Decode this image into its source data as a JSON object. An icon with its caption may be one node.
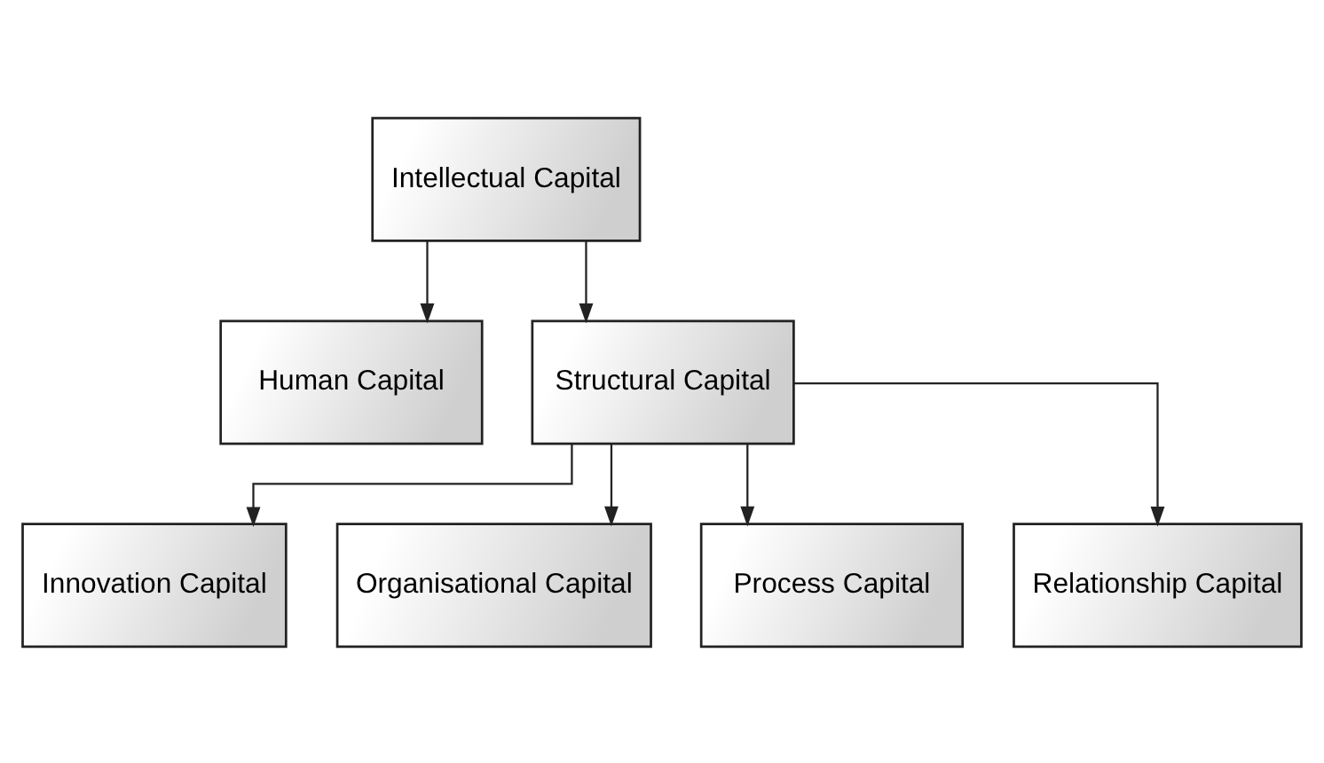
{
  "diagram": {
    "nodes": [
      {
        "text": [
          "Intellectual Capital"
        ]
      },
      {
        "text": [
          "Human Capital"
        ]
      },
      {
        "text": [
          "Structural Capital"
        ]
      },
      {
        "text": [
          "Innovation Capital"
        ]
      },
      {
        "text": [
          "Organisational Capital"
        ]
      },
      {
        "text": [
          "Process Capital"
        ]
      },
      {
        "text": [
          "Relationship Capital"
        ]
      }
    ],
    "edges": [
      {
        "from": 0,
        "to": 1,
        "arrow": "to"
      },
      {
        "from": 0,
        "to": 2,
        "arrow": "to"
      },
      {
        "from": 2,
        "to": 3,
        "arrow": "to"
      },
      {
        "from": 2,
        "to": 4,
        "arrow": "to"
      },
      {
        "from": 2,
        "to": 5,
        "arrow": "to"
      },
      {
        "from": 2,
        "to": 6,
        "arrow": "to"
      }
    ]
  }
}
